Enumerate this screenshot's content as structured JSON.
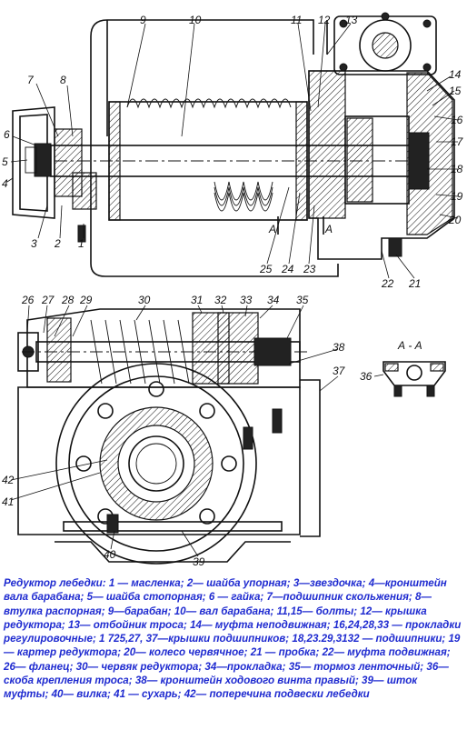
{
  "callouts_top": [
    "1",
    "2",
    "3",
    "4",
    "5",
    "6",
    "7",
    "8",
    "9",
    "10",
    "11",
    "12",
    "13",
    "14",
    "15",
    "16",
    "17",
    "18",
    "19",
    "20",
    "21",
    "22",
    "23",
    "24",
    "25"
  ],
  "section_marks": [
    "A",
    "A"
  ],
  "callouts_bottom": [
    "26",
    "27",
    "28",
    "29",
    "30",
    "31",
    "32",
    "33",
    "34",
    "35",
    "36",
    "37",
    "38",
    "39",
    "40",
    "41",
    "42"
  ],
  "section_title": "А - А",
  "caption": "Редуктор лебедки: 1 — масленка; 2— шайба упорная; 3—звездочка; 4—кронштейн вала барабана; 5— шайба стопорная; 6 — гайка; 7—подшипник скольжения; 8— втулка распорная; 9—барабан; 10— вал барабана; 11,15— болты; 12— крышка редуктора; 13— отбойник троса; 14— муфта неподвижная; 16,24,28,33 — прокладки регулировочные; 1 725,27, 37—крышки подшипников; 18,23.29,3132 — подшипники; 19— картер редуктора; 20— колесо червячное; 21 — пробка; 22— муфта подвижная; 26— фланец; 30— червяк редуктора; 34—прокладка; 35— тормоз ленточный; 36— скоба крепления троса; 38— кронштейн ходового винта правый; 39— шток муфты; 40— вилка; 41 — сухарь; 42— поперечина подвески лебедки"
}
